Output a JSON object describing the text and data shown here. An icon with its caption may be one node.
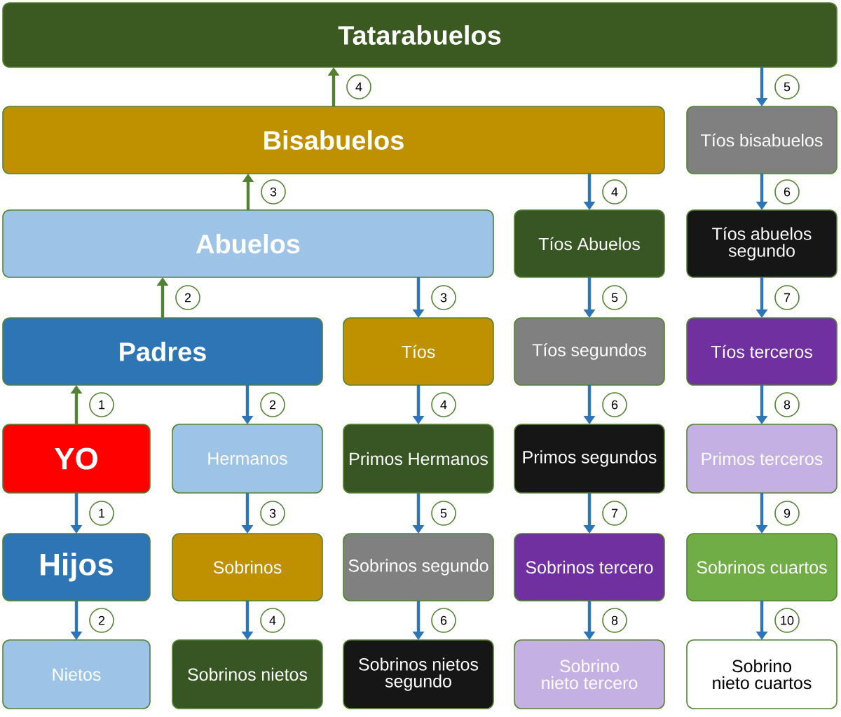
{
  "diagram": {
    "nodes": [
      {
        "text": [
          "Tatarabuelos"
        ]
      },
      {
        "text": [
          "Bisabuelos"
        ]
      },
      {
        "text": [
          "Tíos bisabuelos"
        ]
      },
      {
        "text": [
          "Abuelos"
        ]
      },
      {
        "text": [
          "Tíos Abuelos"
        ]
      },
      {
        "text": [
          "Tíos abuelos segundo"
        ]
      },
      {
        "text": [
          "Padres"
        ]
      },
      {
        "text": [
          "Tíos"
        ]
      },
      {
        "text": [
          "Tíos segundos"
        ]
      },
      {
        "text": [
          "Tíos terceros"
        ]
      },
      {
        "text": [
          "YO"
        ]
      },
      {
        "text": [
          "Hermanos"
        ]
      },
      {
        "text": [
          "Primos Hermanos"
        ]
      },
      {
        "text": [
          "Primos segundos"
        ]
      },
      {
        "text": [
          "Primos terceros"
        ]
      },
      {
        "text": [
          "Hijos"
        ]
      },
      {
        "text": [
          "Sobrinos"
        ]
      },
      {
        "text": [
          "Sobrinos segundo"
        ]
      },
      {
        "text": [
          "Sobrinos tercero"
        ]
      },
      {
        "text": [
          "Sobrinos cuartos"
        ]
      },
      {
        "text": [
          "Nietos"
        ]
      },
      {
        "text": [
          "Sobrinos nietos"
        ]
      },
      {
        "text": [
          "Sobrinos nietos segundo"
        ]
      },
      {
        "text": [
          "Sobrino nieto tercero"
        ]
      },
      {
        "text": [
          "Sobrino nieto cuartos"
        ]
      }
    ],
    "edges": [
      {
        "from": 10,
        "to": 6,
        "arrow": "to",
        "label": "1",
        "color": "#548235"
      },
      {
        "from": 6,
        "to": 3,
        "arrow": "to",
        "label": "2",
        "color": "#548235"
      },
      {
        "from": 3,
        "to": 1,
        "arrow": "to",
        "label": "3",
        "color": "#548235"
      },
      {
        "from": 1,
        "to": 0,
        "arrow": "to",
        "label": "4",
        "color": "#548235"
      },
      {
        "from": 0,
        "to": 2,
        "arrow": "to",
        "label": "5"
      },
      {
        "from": 1,
        "to": 4,
        "arrow": "to",
        "label": "4"
      },
      {
        "from": 2,
        "to": 5,
        "arrow": "to",
        "label": "6"
      },
      {
        "from": 3,
        "to": 7,
        "arrow": "to",
        "label": "3"
      },
      {
        "from": 4,
        "to": 8,
        "arrow": "to",
        "label": "5"
      },
      {
        "from": 5,
        "to": 9,
        "arrow": "to",
        "label": "7"
      },
      {
        "from": 6,
        "to": 11,
        "arrow": "to",
        "label": "2"
      },
      {
        "from": 7,
        "to": 12,
        "arrow": "to",
        "label": "4"
      },
      {
        "from": 8,
        "to": 13,
        "arrow": "to",
        "label": "6"
      },
      {
        "from": 9,
        "to": 14,
        "arrow": "to",
        "label": "8"
      },
      {
        "from": 10,
        "to": 15,
        "arrow": "to",
        "label": "1"
      },
      {
        "from": 11,
        "to": 16,
        "arrow": "to",
        "label": "3"
      },
      {
        "from": 12,
        "to": 17,
        "arrow": "to",
        "label": "5"
      },
      {
        "from": 13,
        "to": 18,
        "arrow": "to",
        "label": "7"
      },
      {
        "from": 14,
        "to": 19,
        "arrow": "to",
        "label": "9"
      },
      {
        "from": 15,
        "to": 20,
        "arrow": "to",
        "label": "2"
      },
      {
        "from": 16,
        "to": 21,
        "arrow": "to",
        "label": "4"
      },
      {
        "from": 17,
        "to": 22,
        "arrow": "to",
        "label": "6"
      },
      {
        "from": 18,
        "to": 23,
        "arrow": "to",
        "label": "8"
      },
      {
        "from": 19,
        "to": 24,
        "arrow": "to",
        "label": "10"
      }
    ]
  }
}
